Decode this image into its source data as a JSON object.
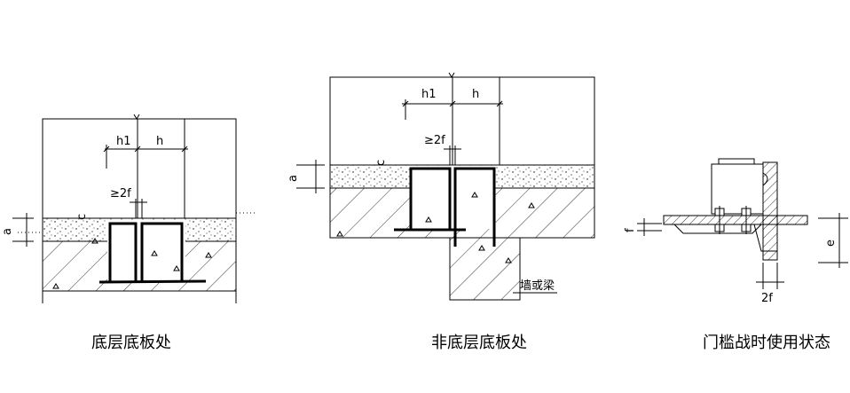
{
  "panels": [
    {
      "caption": "底层底板处",
      "labels": {
        "h1": "h1",
        "h": "h",
        "gap": "≥2f",
        "c": "c",
        "a": "a"
      }
    },
    {
      "caption": "非底层底板处",
      "labels": {
        "h1": "h1",
        "h": "h",
        "gap": "≥2f",
        "c": "c",
        "a": "a",
        "beam": "墙或梁"
      }
    },
    {
      "caption": "门槛战时使用状态",
      "labels": {
        "f": "f",
        "e": "e",
        "twof": "2f"
      }
    }
  ]
}
